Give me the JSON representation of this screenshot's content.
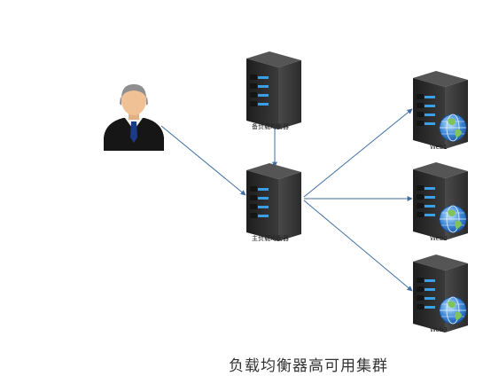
{
  "labels": {
    "backup_lb": "备负载均衡器",
    "master_lb": "主负载均衡器",
    "web1": "Web1",
    "web2": "Web2",
    "web3": "Web3"
  },
  "caption": "负载均衡器高可用集群",
  "colors": {
    "arrow": "#3f6fa3",
    "server_body": "#2f2f2f",
    "server_led": "#3aa0e6",
    "globe": "#3b86d6"
  },
  "icons": [
    "user-icon",
    "server-icon",
    "globe-icon"
  ]
}
